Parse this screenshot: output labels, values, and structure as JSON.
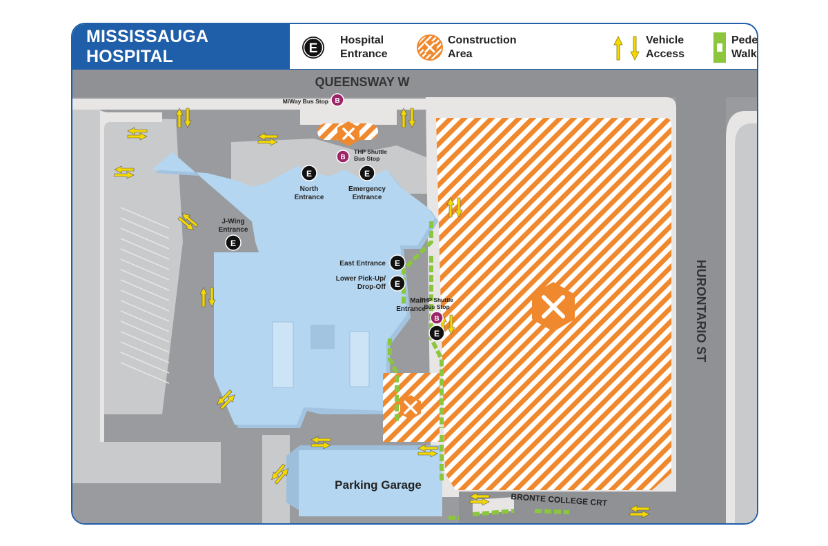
{
  "title": "MISSISSAUGA HOSPITAL",
  "legend": {
    "hospital_entrance": {
      "symbol": "E",
      "line1": "Hospital",
      "line2": "Entrance"
    },
    "construction_area": {
      "line1": "Construction",
      "line2": "Area"
    },
    "vehicle_access": {
      "line1": "Vehicle",
      "line2": "Access"
    },
    "pedestrian_walkway": {
      "line1": "Pedestrian",
      "line2": "Walkway"
    }
  },
  "streets": {
    "north": "QUEENSWAY W",
    "east": "HURONTARIO ST",
    "south": "BRONTE COLLEGE CRT"
  },
  "bus_stops": {
    "symbol": "B",
    "miway": "MiWay Bus Stop",
    "thp_north_line1": "THP Shuttle",
    "thp_north_line2": "Bus Stop",
    "thp_east_line1": "THP Shuttle",
    "thp_east_line2": "Bus Stop"
  },
  "entrances": {
    "symbol": "E",
    "north_line1": "North",
    "north_line2": "Entrance",
    "emergency_line1": "Emergency",
    "emergency_line2": "Entrance",
    "jwing_line1": "J-Wing",
    "jwing_line2": "Entrance",
    "east": "East Entrance",
    "lower_line1": "Lower Pick-Up/",
    "lower_line2": "Drop-Off",
    "main_line1": "Main",
    "main_line2": "Entrance"
  },
  "parking_garage": "Parking Garage",
  "colors": {
    "brand_blue": "#1f5ea8",
    "road": "#999b9e",
    "lot": "#c9cacc",
    "sidewalk": "#e8e6e4",
    "building": "#b5d6f0",
    "construction": "#f0892e",
    "vehicle_arrow": "#f5d800",
    "walkway": "#8cc63f",
    "bus_stop": "#9c2567"
  }
}
